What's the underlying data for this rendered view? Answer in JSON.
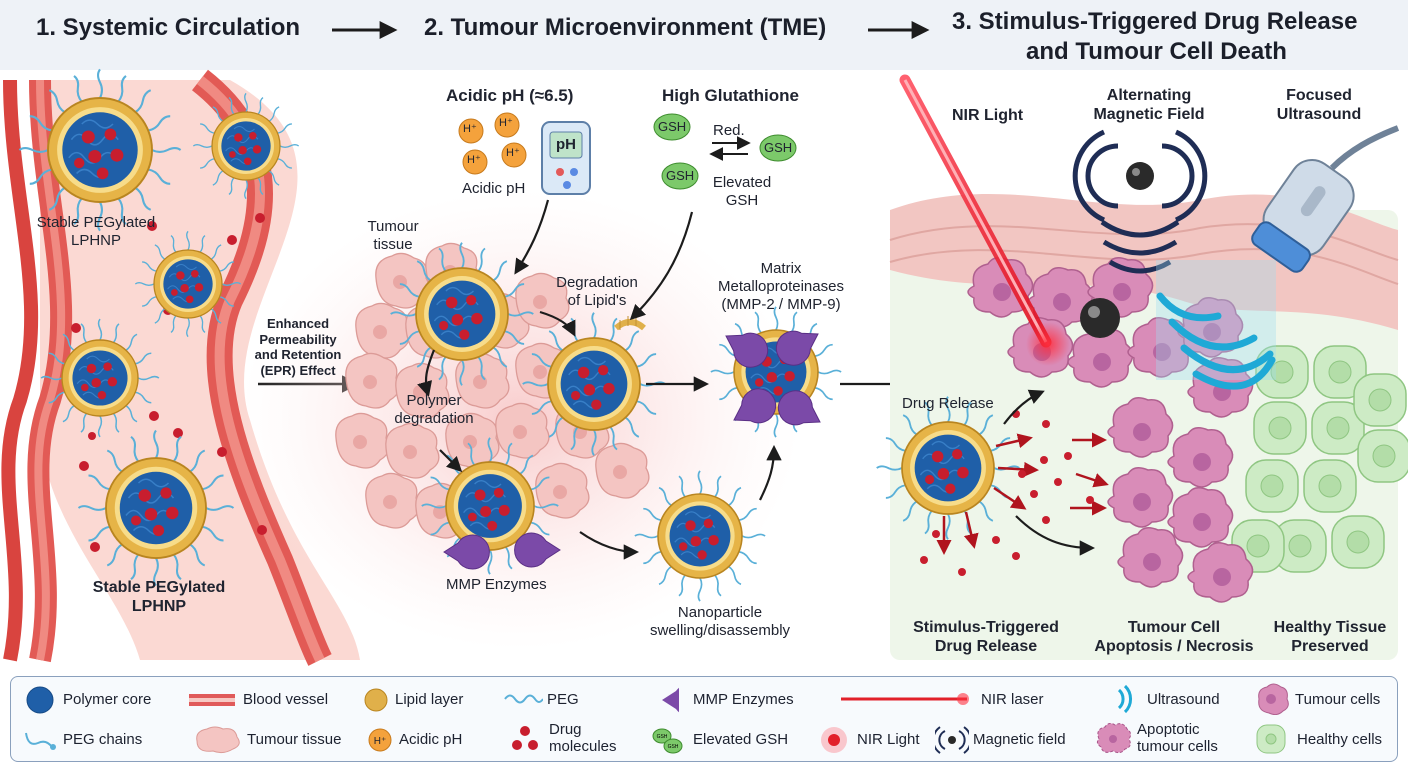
{
  "header": {
    "step1": "1. Systemic Circulation",
    "step2": "2. Tumour Microenvironment (TME)",
    "step3_line1": "3. Stimulus-Triggered Drug Release",
    "step3_line2": "and Tumour Cell Death"
  },
  "panel1": {
    "np_label_top_1": "Stable PEGylated",
    "np_label_top_2": "LPHNP",
    "np_label_bottom_1": "Stable PEGylated",
    "np_label_bottom_2": "LPHNP",
    "epr_1": "Enhanced",
    "epr_2": "Permeability",
    "epr_3": "and Retention",
    "epr_4": "(EPR) Effect"
  },
  "panel2": {
    "acidic_title": "Acidic pH (≈6.5)",
    "h_ion": "H⁺",
    "ph_meter": "pH",
    "acidic_label": "Acidic pH",
    "gsh_title": "High Glutathione",
    "gsh": "GSH",
    "red": "Red.",
    "elevated_1": "Elevated",
    "elevated_2": "GSH",
    "tumour_1": "Tumour",
    "tumour_2": "tissue",
    "degradation_1": "Degradation",
    "degradation_2": "of Lipid's",
    "polymer_1": "Polymer",
    "polymer_2": "degradation",
    "mmp_enzymes": "MMP Enzymes",
    "matrix_1": "Matrix",
    "matrix_2": "Metalloproteinases",
    "matrix_3": "(MMP-2 / MMP-9)",
    "swelling_1": "Nanoparticle",
    "swelling_2": "swelling/disassembly"
  },
  "panel3": {
    "nir": "NIR Light",
    "amf_1": "Alternating",
    "amf_2": "Magnetic Field",
    "fus_1": "Focused",
    "fus_2": "Ultrasound",
    "drug_release": "Drug Release",
    "stim_1": "Stimulus-Triggered",
    "stim_2": "Drug Release",
    "apop_1": "Tumour Cell",
    "apop_2": "Apoptosis / Necrosis",
    "healthy_1": "Healthy Tissue",
    "healthy_2": "Preserved"
  },
  "legend": {
    "polymer_core": "Polymer core",
    "blood_vessel": "Blood vessel",
    "lipid_layer": "Lipid layer",
    "peg": "PEG",
    "mmp_enzymes": "MMP Enzymes",
    "nir_laser": "NIR laser",
    "ultrasound": "Ultrasound",
    "tumour_cells": "Tumour cells",
    "peg_chains": "PEG chains",
    "tumour_tissue": "Tumour tissue",
    "acidic_ph": "Acidic pH",
    "drug_molecules_1": "Drug",
    "drug_molecules_2": "molecules",
    "elevated_gsh": "Elevated GSH",
    "nir_light": "NIR Light",
    "magnetic_field": "Magnetic field",
    "apoptotic_1": "Apoptotic",
    "apoptotic_2": "tumour cells",
    "healthy_cells": "Healthy cells",
    "h_icon": "H⁺",
    "gsh_icon": "GSH"
  },
  "colors": {
    "vessel": "#e05a5a",
    "vessel_inner": "#f6c9c4",
    "polymer_core": "#1f5fa8",
    "lipid": "#e0b04a",
    "peg": "#5ab0d8",
    "drug": "#c81e2e",
    "mmp": "#7b4aa8",
    "gsh": "#7cc96a",
    "tumour": "#e3a0c0",
    "healthy": "#cdebc5",
    "nir": "#e2202a",
    "ultrasound": "#1fa9d6",
    "magnet": "#1f2d55"
  }
}
